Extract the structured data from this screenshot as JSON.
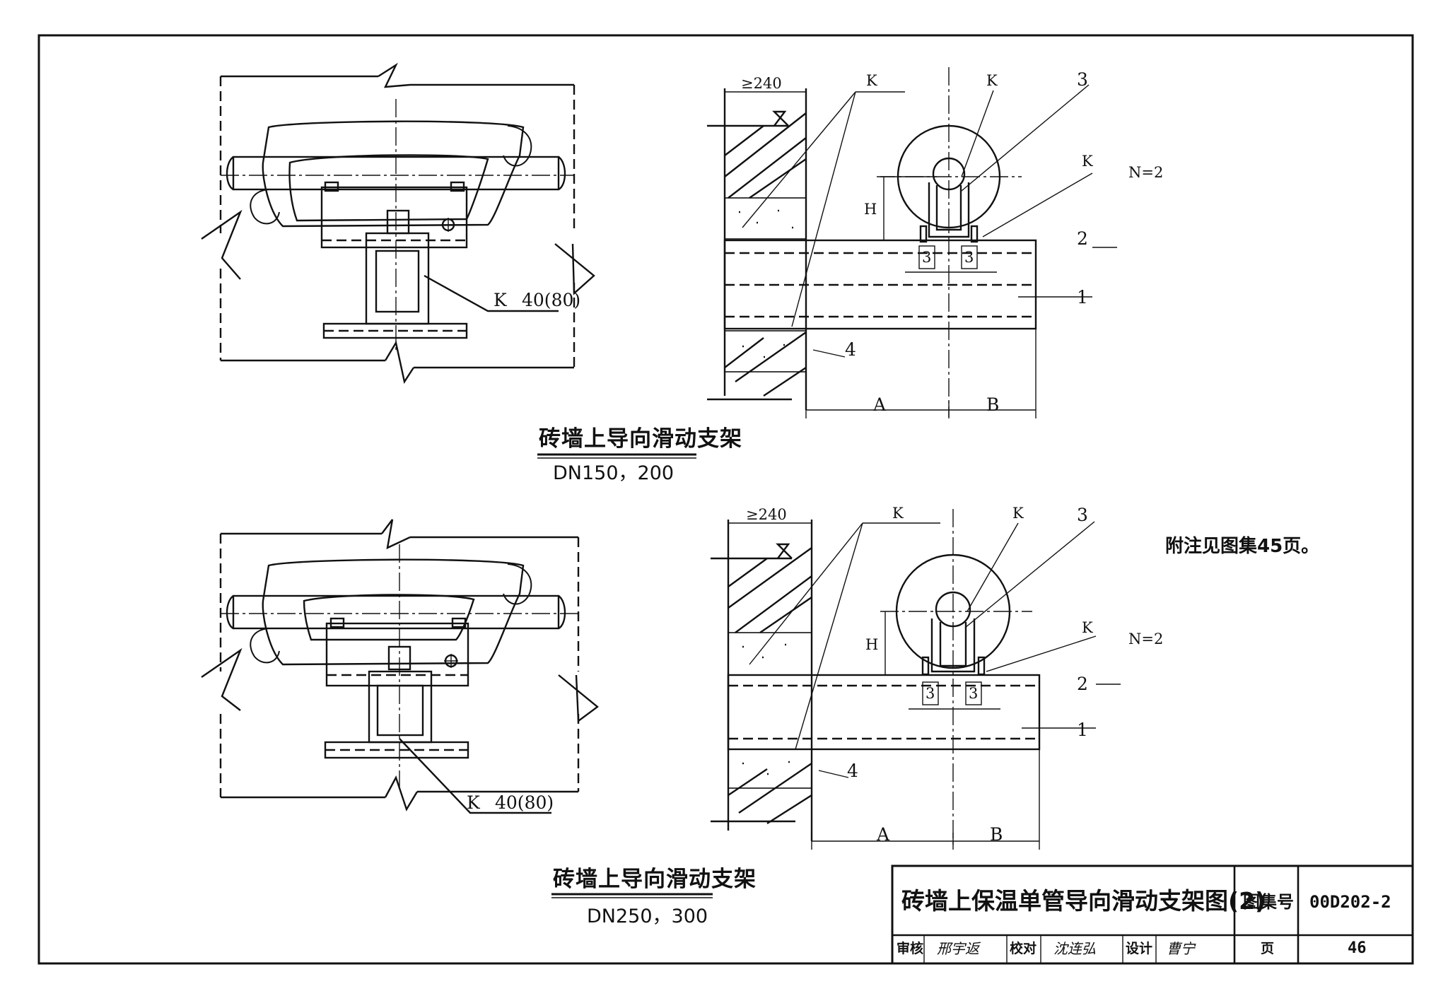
{
  "title_block": {
    "title": "砖墙上保温单管导向滑动支架图(2)",
    "atlas_label": "图集号",
    "atlas_number": "00D202-2",
    "page_label": "页",
    "page_number": "46",
    "review_label": "审核",
    "review_name": "邢宇返",
    "check_label": "校对",
    "check_name": "沈连弘",
    "design_label": "设计",
    "design_name": "曹宁"
  },
  "note": "附注见图集45页。",
  "views": [
    {
      "caption": "砖墙上导向滑动支架",
      "sizes": "DN150，200",
      "weld_left": "K",
      "weld_left_size": "40(80)",
      "wall_dim": "≥240",
      "weld_wall": "K",
      "weld_top": "K",
      "weld_side": "K",
      "weld_side_n": "N=2",
      "dim_h": "H",
      "dim_a": "A",
      "dim_b": "B",
      "dim_3a": "3",
      "dim_3b": "3",
      "items": [
        "1",
        "2",
        "3",
        "4"
      ]
    },
    {
      "caption": "砖墙上导向滑动支架",
      "sizes": "DN250，300",
      "weld_left": "K",
      "weld_left_size": "40(80)",
      "wall_dim": "≥240",
      "weld_wall": "K",
      "weld_top": "K",
      "weld_side": "K",
      "weld_side_n": "N=2",
      "dim_h": "H",
      "dim_a": "A",
      "dim_b": "B",
      "dim_3a": "3",
      "dim_3b": "3",
      "items": [
        "1",
        "2",
        "3",
        "4"
      ]
    }
  ]
}
